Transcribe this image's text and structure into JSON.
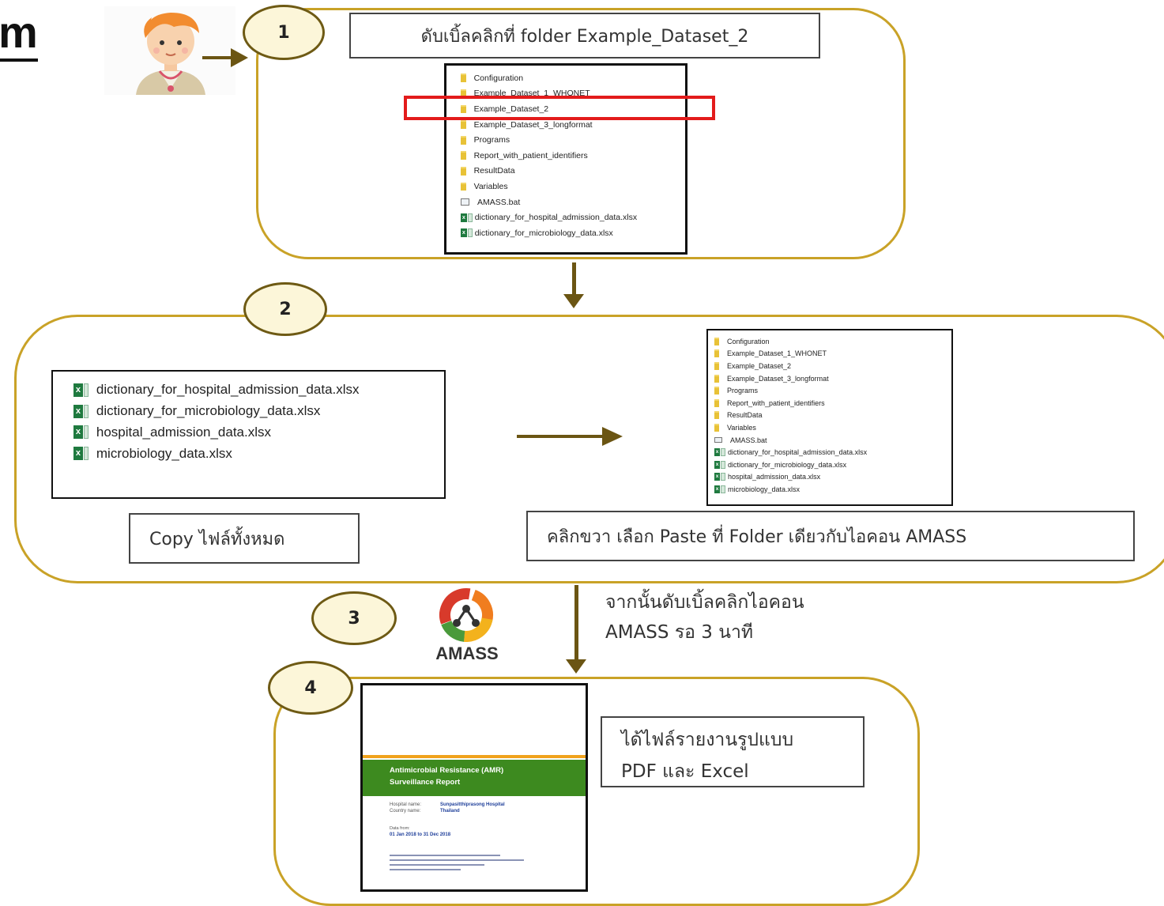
{
  "header": {
    "title_fragment": "m"
  },
  "step1": {
    "number": "1",
    "instruction": "ดับเบิ้ลคลิกที่ folder Example_Dataset_2",
    "explorer_items": [
      {
        "type": "folder",
        "label": "Configuration"
      },
      {
        "type": "folder",
        "label": "Example_Dataset_1_WHONET"
      },
      {
        "type": "folder",
        "label": "Example_Dataset_2",
        "highlighted": true
      },
      {
        "type": "folder",
        "label": "Example_Dataset_3_longformat"
      },
      {
        "type": "folder",
        "label": "Programs"
      },
      {
        "type": "folder",
        "label": "Report_with_patient_identifiers"
      },
      {
        "type": "folder",
        "label": "ResultData"
      },
      {
        "type": "folder",
        "label": "Variables"
      },
      {
        "type": "bat",
        "label": "AMASS.bat"
      },
      {
        "type": "xlsx",
        "label": "dictionary_for_hospital_admission_data.xlsx"
      },
      {
        "type": "xlsx",
        "label": "dictionary_for_microbiology_data.xlsx"
      }
    ],
    "highlight_color": "#e31b1b"
  },
  "step2": {
    "number": "2",
    "source_files": [
      {
        "type": "xlsx",
        "label": "dictionary_for_hospital_admission_data.xlsx"
      },
      {
        "type": "xlsx",
        "label": "dictionary_for_microbiology_data.xlsx"
      },
      {
        "type": "xlsx",
        "label": "hospital_admission_data.xlsx"
      },
      {
        "type": "xlsx",
        "label": "microbiology_data.xlsx"
      }
    ],
    "copy_label": "Copy ไฟล์ทั้งหมด",
    "dest_files": [
      {
        "type": "folder",
        "label": "Configuration"
      },
      {
        "type": "folder",
        "label": "Example_Dataset_1_WHONET"
      },
      {
        "type": "folder",
        "label": "Example_Dataset_2"
      },
      {
        "type": "folder",
        "label": "Example_Dataset_3_longformat"
      },
      {
        "type": "folder",
        "label": "Programs"
      },
      {
        "type": "folder",
        "label": "Report_with_patient_identifiers"
      },
      {
        "type": "folder",
        "label": "ResultData"
      },
      {
        "type": "folder",
        "label": "Variables"
      },
      {
        "type": "bat",
        "label": "AMASS.bat"
      },
      {
        "type": "xlsx",
        "label": "dictionary_for_hospital_admission_data.xlsx"
      },
      {
        "type": "xlsx",
        "label": "dictionary_for_microbiology_data.xlsx"
      },
      {
        "type": "xlsx",
        "label": "hospital_admission_data.xlsx"
      },
      {
        "type": "xlsx",
        "label": "microbiology_data.xlsx"
      }
    ],
    "paste_label": "คลิกขวา เลือก Paste ที่ Folder เดียวกับไอคอน AMASS"
  },
  "step3": {
    "number": "3",
    "logo_text": "AMASS",
    "instruction_line1": "จากนั้นดับเบิ้ลคลิกไอคอน",
    "instruction_line2": "AMASS รอ 3 นาที"
  },
  "step4": {
    "number": "4",
    "report": {
      "banner_line1": "Antimicrobial Resistance (AMR)",
      "banner_line2": "Surveillance Report",
      "hospital_label": "Hospital name:",
      "hospital_value": "Sunpasitthiprasong Hospital",
      "country_label": "Country name:",
      "country_value": "Thailand",
      "date_label": "Data from:",
      "date_value": "01 Jan 2018 to 31 Dec 2018"
    },
    "result_line1": "ได้ไฟล์รายงานรูปแบบ",
    "result_line2": "PDF และ Excel"
  },
  "colors": {
    "panel_border": "#c9a227",
    "badge_fill": "#fcf6d9",
    "arrow": "#6b5513",
    "report_green": "#3d8a1f",
    "report_orange": "#f0a21c",
    "excel_green": "#1f7a3f",
    "folder_yellow": "#e8c237"
  }
}
